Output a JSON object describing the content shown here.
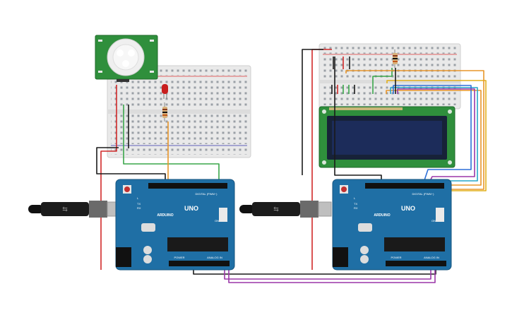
{
  "diagram": {
    "boards": [
      {
        "logo_text": "ARDUINO",
        "model": "UNO",
        "header_digital": "DIGITAL (PWM~)",
        "header_power": "POWER",
        "header_analog": "ANALOG IN",
        "pin_tx": "TX",
        "pin_rx": "RX",
        "pin_l": "L",
        "pin_on": "ON"
      },
      {
        "logo_text": "ARDUINO",
        "model": "UNO",
        "header_digital": "DIGITAL (PWM~)",
        "header_power": "POWER",
        "header_analog": "ANALOG IN",
        "pin_tx": "TX",
        "pin_rx": "RX",
        "pin_l": "L",
        "pin_on": "ON"
      }
    ],
    "components": {
      "pir_sensor": "PIR sensor",
      "led_color": "#c81e1e",
      "lcd_screen_color": "#1c2c5a",
      "lcd_board_color": "#2f8f3c"
    },
    "wire_colors": {
      "red": "#d12a2a",
      "black": "#1a1a1a",
      "green": "#3aa64a",
      "orange": "#e8962a",
      "purple": "#9b37a8",
      "blue": "#2d6fd8",
      "cyan": "#27a6c8",
      "yellow": "#e2b01c"
    }
  }
}
